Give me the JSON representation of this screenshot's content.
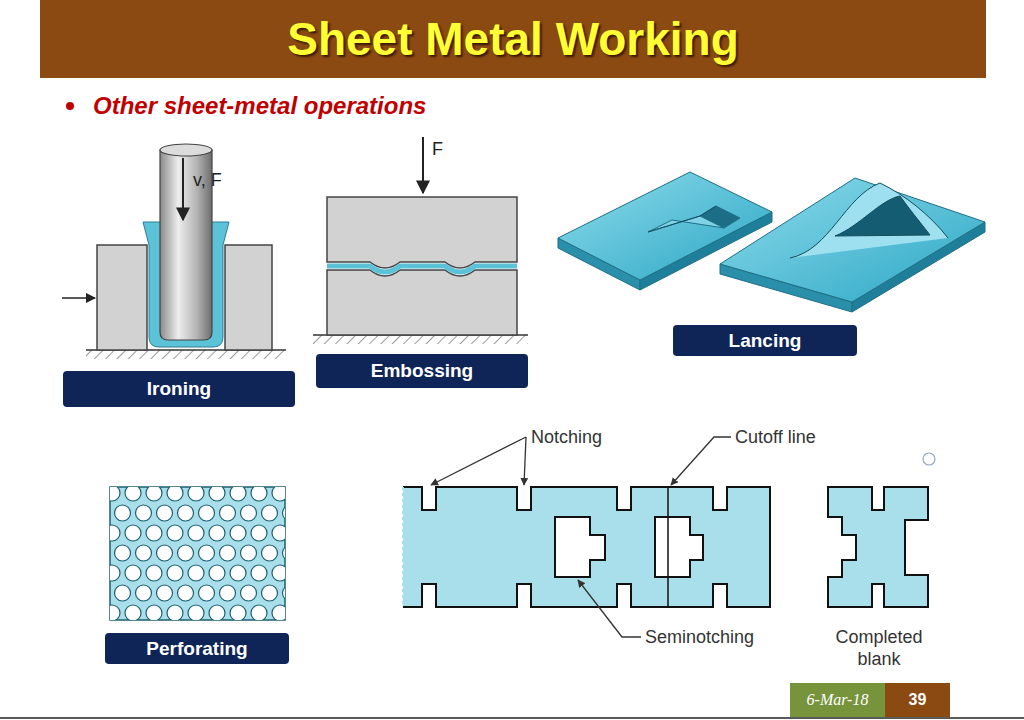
{
  "diagram": {
    "title": "Sheet Metal Working",
    "nodes": [
      {
        "text": [
          "Ironing"
        ]
      },
      {
        "text": [
          "Embossing"
        ]
      },
      {
        "text": [
          "Lancing"
        ]
      },
      {
        "text": [
          "Perforating"
        ]
      },
      {
        "text": [
          "6-Mar-18"
        ]
      },
      {
        "text": [
          "39"
        ]
      }
    ],
    "labels": [
      "Other sheet-metal operations",
      "v, F",
      "F",
      "Notching",
      "Cutoff line",
      "Seminotching",
      "Completed blank"
    ]
  }
}
